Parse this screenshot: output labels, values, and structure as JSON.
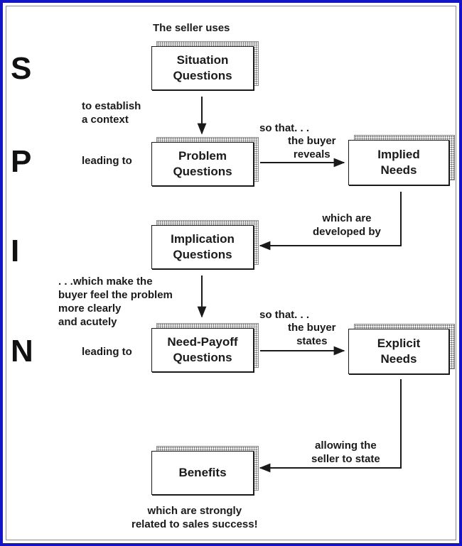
{
  "spin_letters": [
    "S",
    "P",
    "I",
    "N"
  ],
  "boxes": {
    "situation": "Situation\nQuestions",
    "problem": "Problem\nQuestions",
    "implied": "Implied\nNeeds",
    "implication": "Implication\nQuestions",
    "need_payoff": "Need-Payoff\nQuestions",
    "explicit": "Explicit\nNeeds",
    "benefits": "Benefits"
  },
  "labels": {
    "seller_uses": "The seller uses",
    "establish": "to establish\na context",
    "leading_to_1": "leading to",
    "so_that_1": "so that. . .",
    "buyer_reveals": "the buyer\nreveals",
    "which_are": "which are\ndeveloped by",
    "which_make": ". . .which make the\nbuyer feel the problem\nmore clearly\nand acutely",
    "so_that_2": "so that. . .",
    "buyer_states": "the buyer\nstates",
    "leading_to_2": "leading to",
    "allowing": "allowing the\nseller to state",
    "strongly": "which are strongly\nrelated to sales success!"
  },
  "colors": {
    "frame": "#1515c8",
    "ink": "#1a1a1a"
  }
}
